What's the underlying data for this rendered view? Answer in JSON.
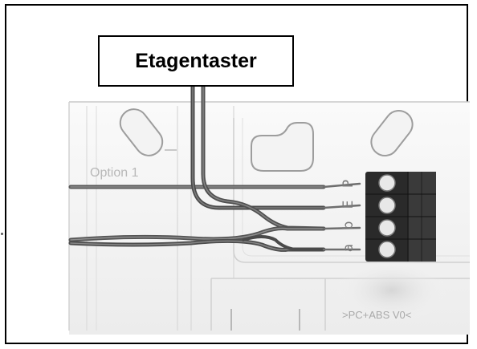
{
  "title": "Etagentaster",
  "plate": {
    "option_label": "Option 1",
    "material_label": ">PC+ABS V0<"
  },
  "terminals": [
    {
      "pin": "P"
    },
    {
      "pin": "E"
    },
    {
      "pin": "b"
    },
    {
      "pin": "a"
    }
  ]
}
